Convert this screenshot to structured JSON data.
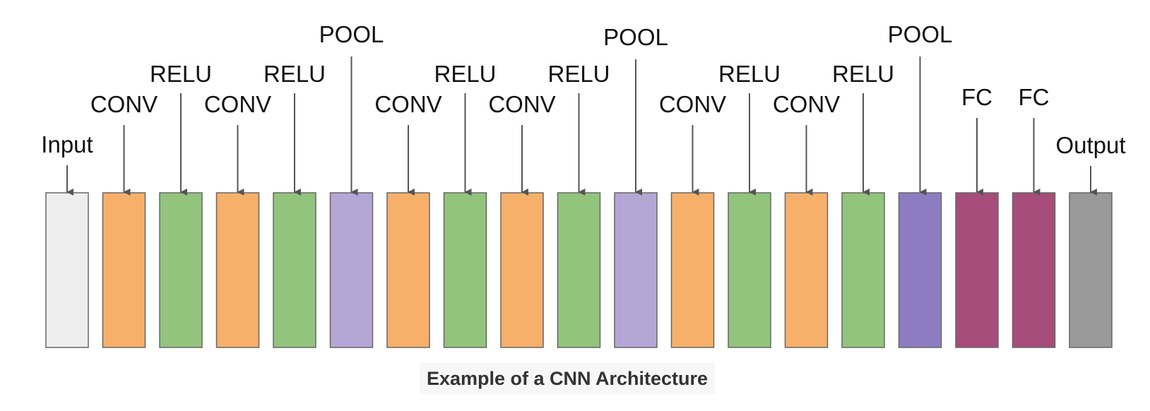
{
  "caption": "Example of a CNN Architecture",
  "colors": {
    "input": "#eeeeee",
    "conv": "#f6b06a",
    "relu": "#93c47d",
    "pool": "#b4a7d6",
    "pool_dark": "#8e7cc3",
    "fc": "#a64d79",
    "output": "#999999",
    "border": "#666666",
    "arrow": "#555555"
  },
  "layers": [
    {
      "label": "Input",
      "type": "input"
    },
    {
      "label": "CONV",
      "type": "conv"
    },
    {
      "label": "RELU",
      "type": "relu"
    },
    {
      "label": "CONV",
      "type": "conv"
    },
    {
      "label": "RELU",
      "type": "relu"
    },
    {
      "label": "POOL",
      "type": "pool"
    },
    {
      "label": "CONV",
      "type": "conv"
    },
    {
      "label": "RELU",
      "type": "relu"
    },
    {
      "label": "CONV",
      "type": "conv"
    },
    {
      "label": "RELU",
      "type": "relu"
    },
    {
      "label": "POOL",
      "type": "pool"
    },
    {
      "label": "CONV",
      "type": "conv"
    },
    {
      "label": "RELU",
      "type": "relu"
    },
    {
      "label": "CONV",
      "type": "conv"
    },
    {
      "label": "RELU",
      "type": "relu"
    },
    {
      "label": "POOL",
      "type": "pool_dark"
    },
    {
      "label": "FC",
      "type": "fc"
    },
    {
      "label": "FC",
      "type": "fc"
    },
    {
      "label": "Output",
      "type": "output"
    }
  ]
}
